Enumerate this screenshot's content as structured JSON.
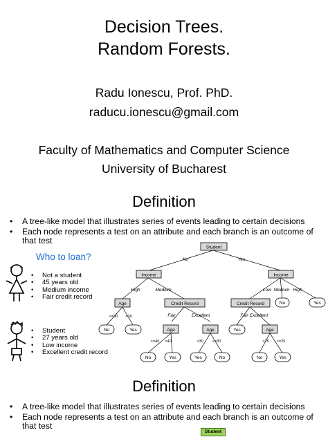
{
  "slide1": {
    "title_line1": "Decision Trees.",
    "title_line2": "Random Forests.",
    "author": "Radu Ionescu, Prof. PhD.",
    "email": "raducu.ionescu@gmail.com",
    "faculty": "Faculty of Mathematics and Computer Science",
    "university": "University of Bucharest"
  },
  "slide2": {
    "title": "Definition",
    "bullets": [
      "A tree-like model that illustrates series of events leading to certain decisions",
      "Each node represents a test on an attribute and each branch is an outcome of that test"
    ],
    "question": "Who to loan?",
    "person1": [
      "Not a student",
      "45 years old",
      "Medium income",
      "Fair credit record"
    ],
    "person2": [
      "Student",
      "27 years old",
      "Low income",
      "Excellent credit record"
    ],
    "tree": {
      "root": "Student",
      "no": "No",
      "yes": "Yes",
      "income": "Income",
      "age": "Age",
      "credit_record": "Credit Record",
      "high": "High",
      "medium": "Medium",
      "low": "Low",
      "fair": "Fair",
      "excellent": "Excellent",
      "lte30": "<=30",
      "gt30": ">30",
      "lte40": "<=40",
      "gt40": ">40",
      "lte25": "<=25",
      "gt25": ">25"
    }
  },
  "slide3": {
    "title": "Definition",
    "bullets": [
      "A tree-like model that illustrates series of events leading to certain decisions",
      "Each node represents a test on an attribute and each branch is an outcome of that test"
    ],
    "root_node": "Student"
  },
  "bullet_char": "•",
  "colors": {
    "node_fill": "#d9d9d9",
    "question": "#1f6fd1",
    "root_green": "#9bd15c"
  }
}
